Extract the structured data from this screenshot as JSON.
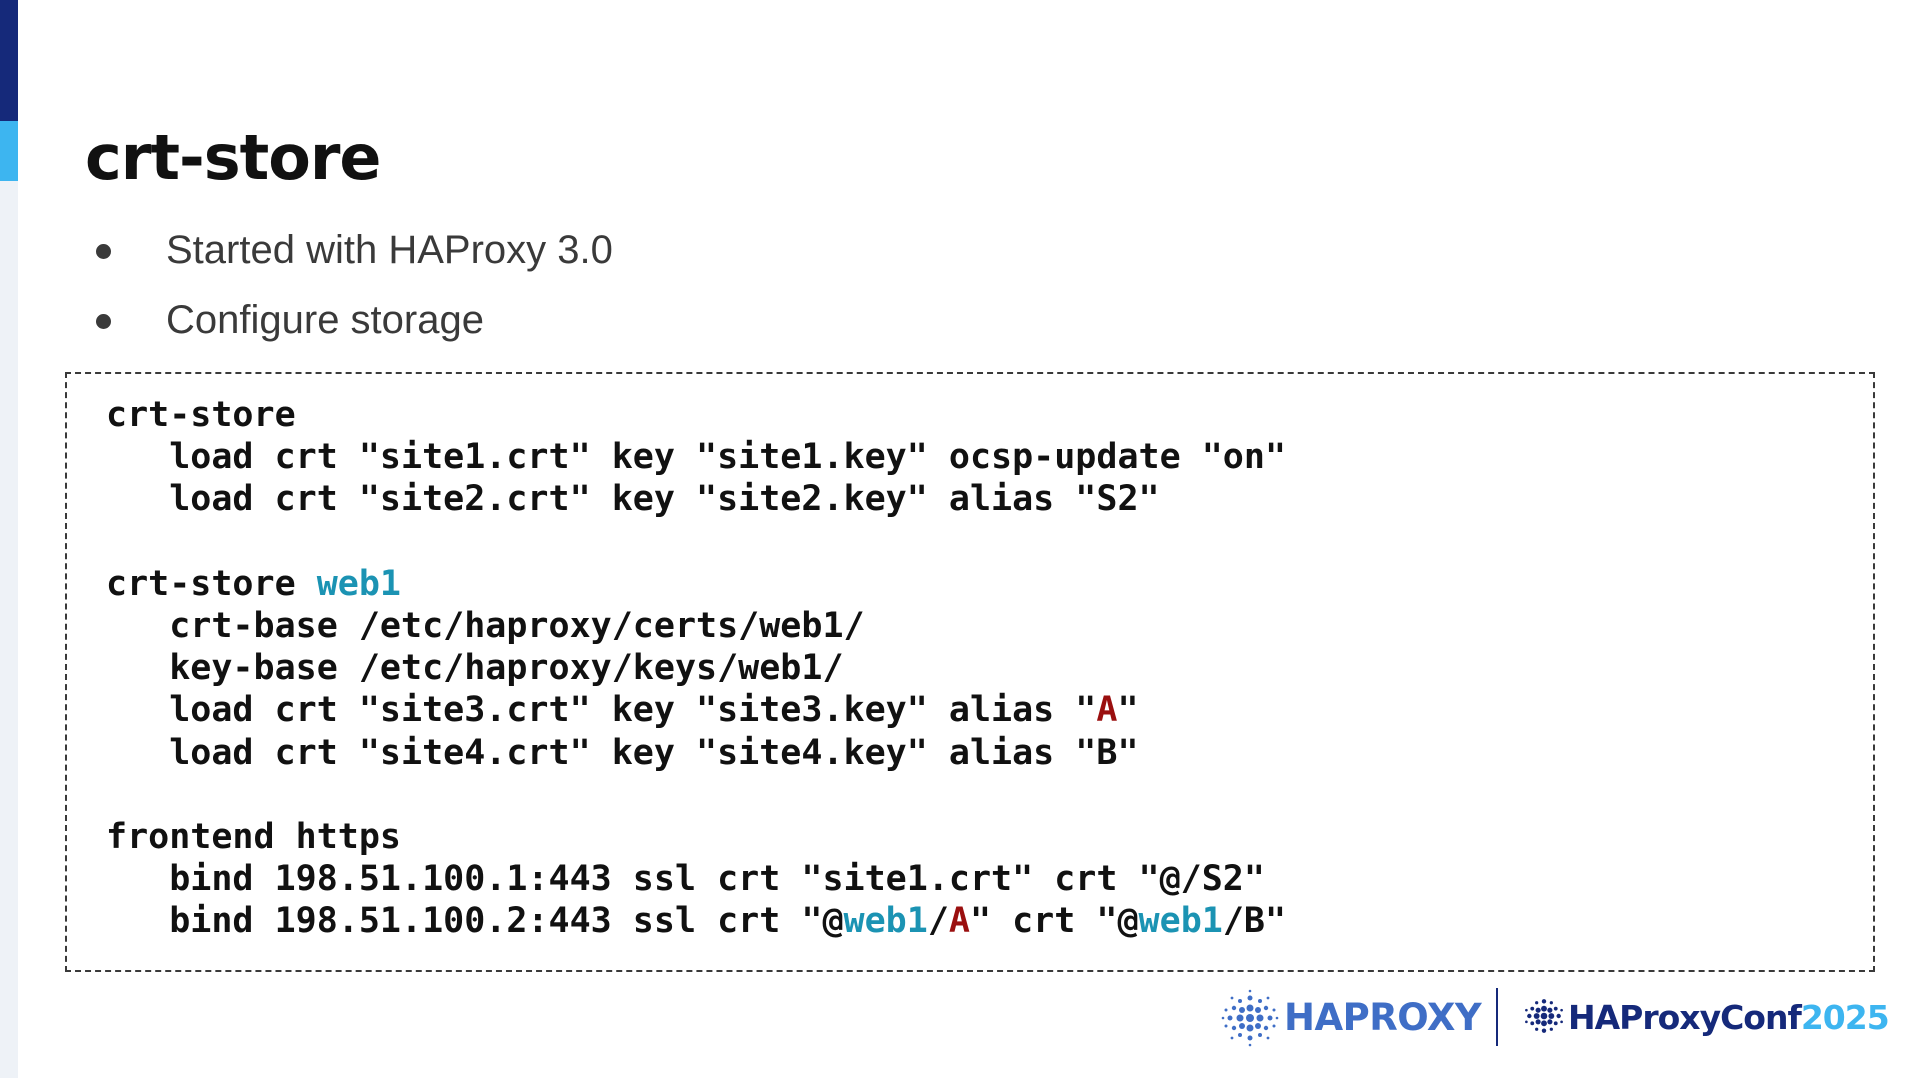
{
  "slide": {
    "title": "crt-store",
    "bullets": [
      "Started with HAProxy 3.0",
      "Configure storage"
    ]
  },
  "code": {
    "lines": [
      [
        {
          "t": "crt-store"
        }
      ],
      [
        {
          "t": "   load crt \"site1.crt\" key \"site1.key\" ocsp-update \"on\""
        }
      ],
      [
        {
          "t": "   load crt \"site2.crt\" key \"site2.key\" alias \"S2\""
        }
      ],
      [
        {
          "t": ""
        }
      ],
      [
        {
          "t": "crt-store "
        },
        {
          "t": "web1",
          "c": "cyan"
        }
      ],
      [
        {
          "t": "   crt-base /etc/haproxy/certs/web1/"
        }
      ],
      [
        {
          "t": "   key-base /etc/haproxy/keys/web1/"
        }
      ],
      [
        {
          "t": "   load crt \"site3.crt\" key \"site3.key\" alias \""
        },
        {
          "t": "A",
          "c": "red"
        },
        {
          "t": "\""
        }
      ],
      [
        {
          "t": "   load crt \"site4.crt\" key \"site4.key\" alias \"B\""
        }
      ],
      [
        {
          "t": ""
        }
      ],
      [
        {
          "t": "frontend https"
        }
      ],
      [
        {
          "t": "   bind 198.51.100.1:443 ssl crt \"site1.crt\" crt \"@/S2\""
        }
      ],
      [
        {
          "t": "   bind 198.51.100.2:443 ssl crt \"@"
        },
        {
          "t": "web1",
          "c": "cyan"
        },
        {
          "t": "/"
        },
        {
          "t": "A",
          "c": "red"
        },
        {
          "t": "\" crt \"@"
        },
        {
          "t": "web1",
          "c": "cyan"
        },
        {
          "t": "/B\""
        }
      ]
    ]
  },
  "footer": {
    "logo_primary": "HAPROXY",
    "logo_conf": "HAProxyConf",
    "logo_conf_year": "2025",
    "logo_icon": "haproxy-dots-icon"
  },
  "colors": {
    "accent_dark": "#15297a",
    "accent_light": "#3db5f0",
    "code_keyword_cyan": "#1b93b3",
    "code_keyword_red": "#9a0f0f"
  }
}
